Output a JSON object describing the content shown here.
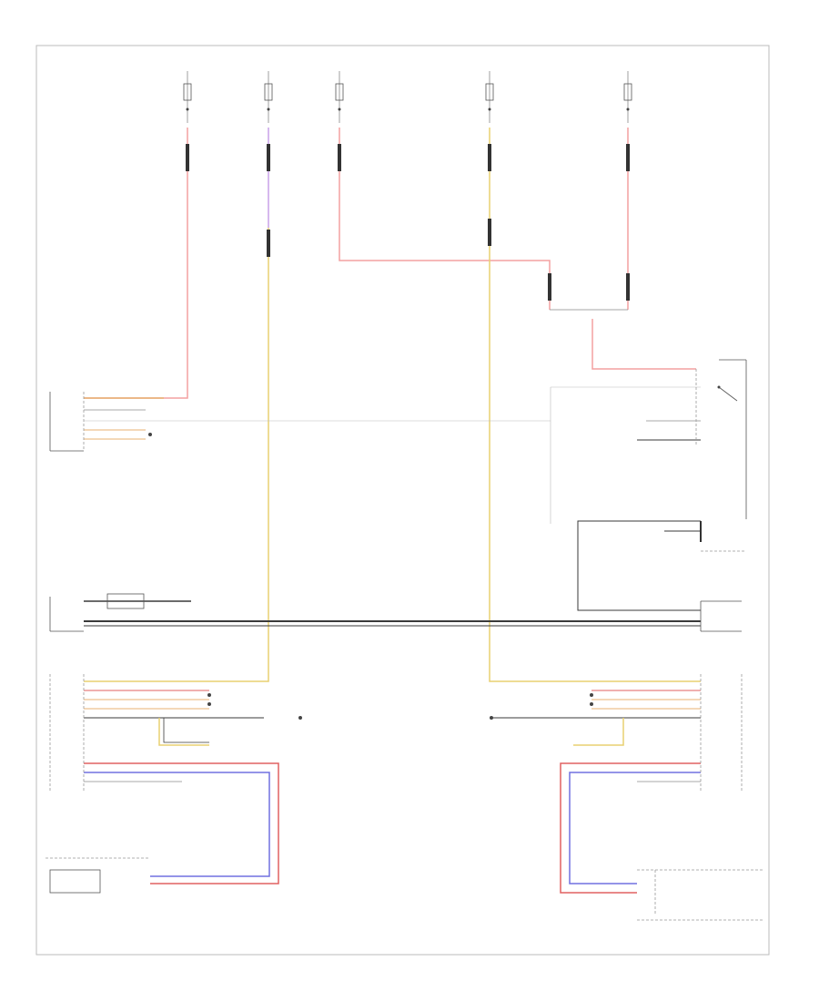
{
  "diagram": {
    "footer_code": "",
    "colors": {
      "pink": "#f4a0a0",
      "yellow": "#e8d070",
      "violet": "#c9a0e8",
      "black": "#3a3a3a",
      "blue": "#7070e0",
      "red": "#e06060",
      "orange": "#e8b070",
      "gray": "#aaaaaa"
    },
    "fuses": [
      {
        "id": "f1",
        "label": ""
      },
      {
        "id": "f2",
        "label": ""
      },
      {
        "id": "f3",
        "label": ""
      },
      {
        "id": "f4",
        "label": ""
      },
      {
        "id": "f5",
        "label": ""
      }
    ],
    "components": {
      "comfort_switch": "",
      "main_ground_connector": "",
      "front_sensor": "",
      "front_module": "",
      "rear_switch": "",
      "ground_junction": "",
      "rear_module": "",
      "rear_sensor": ""
    }
  }
}
